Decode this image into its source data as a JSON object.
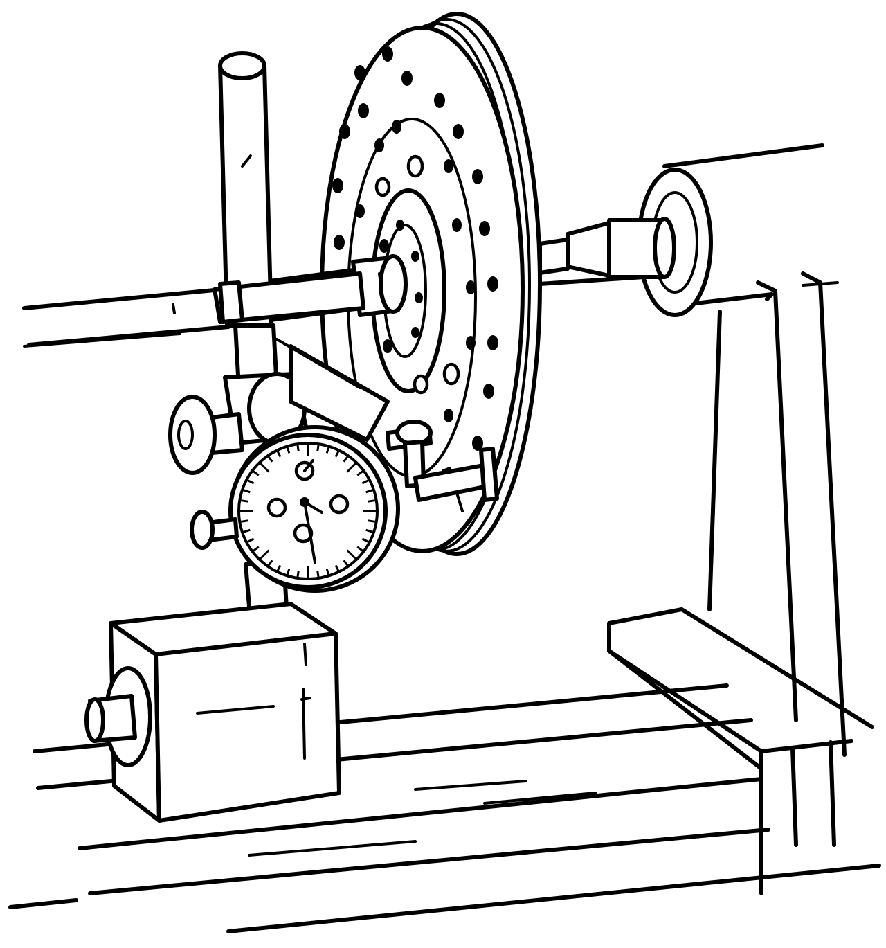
{
  "diagram": {
    "subject_parts": [
      "dial-indicator",
      "brake-rotor",
      "lathe-arbor",
      "magnetic-base",
      "indicator-stand-post",
      "lathe-bed"
    ],
    "colors": {
      "line": "#000000",
      "background": "#ffffff"
    }
  }
}
